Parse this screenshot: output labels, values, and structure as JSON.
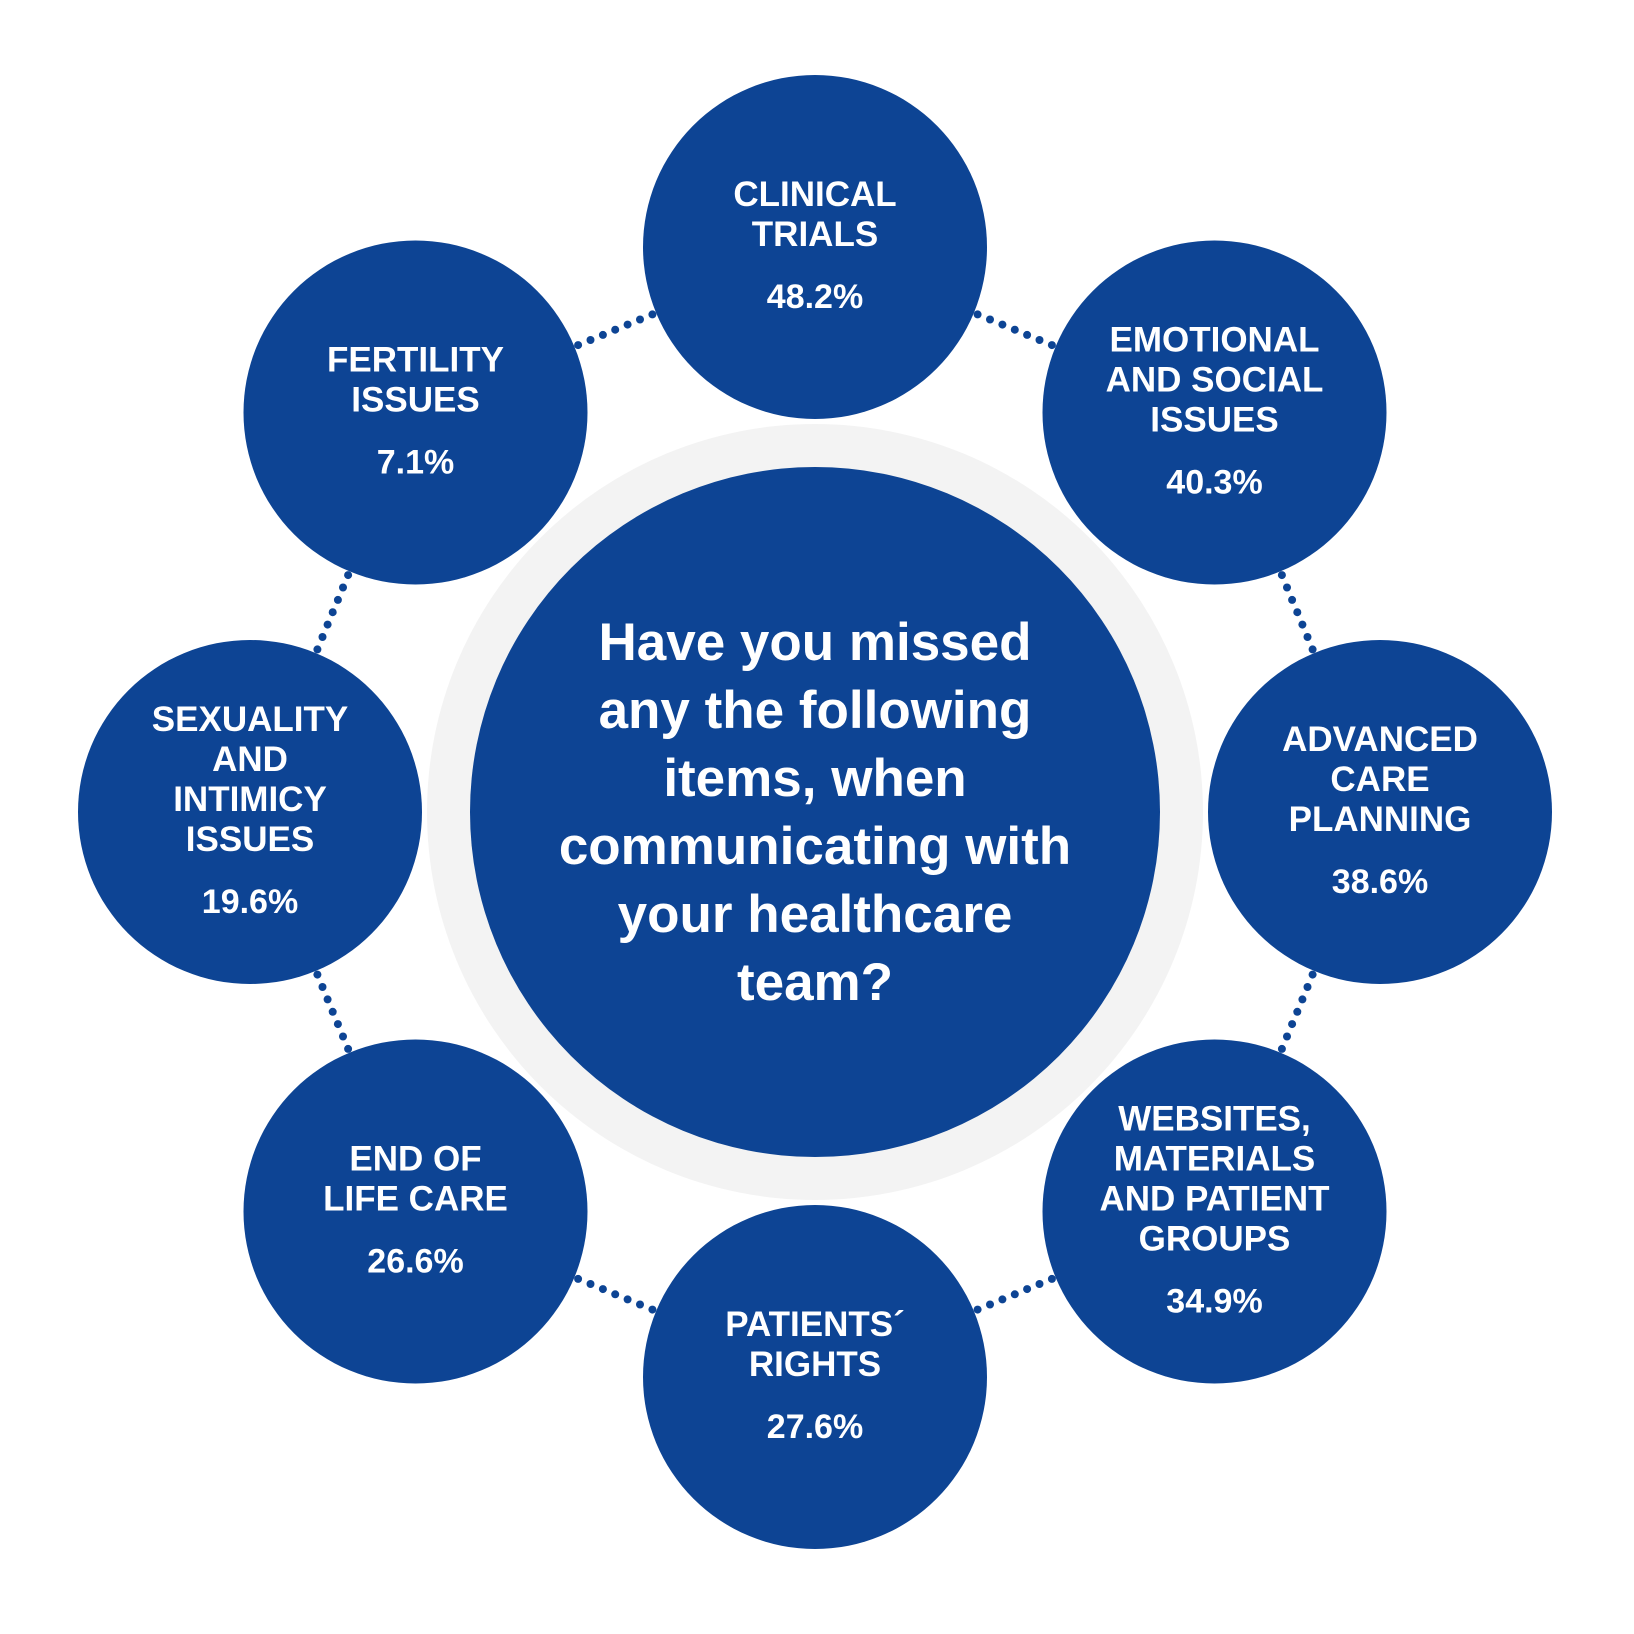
{
  "center": {
    "question_lines": [
      "Have you missed",
      "any the following",
      "items, when",
      "communicating with",
      "your healthcare",
      "team?"
    ]
  },
  "items": [
    {
      "id": "clinical-trials",
      "label_lines": [
        "CLINICAL",
        "TRIALS"
      ],
      "value": "48.2%"
    },
    {
      "id": "emotional-social",
      "label_lines": [
        "EMOTIONAL",
        "AND SOCIAL",
        "ISSUES"
      ],
      "value": "40.3%"
    },
    {
      "id": "advanced-care",
      "label_lines": [
        "ADVANCED",
        "CARE",
        "PLANNING"
      ],
      "value": "38.6%"
    },
    {
      "id": "websites-materials",
      "label_lines": [
        "WEBSITES,",
        "MATERIALS",
        "AND PATIENT",
        "GROUPS"
      ],
      "value": "34.9%"
    },
    {
      "id": "patients-rights",
      "label_lines": [
        "PATIENTS´",
        "RIGHTS"
      ],
      "value": "27.6%"
    },
    {
      "id": "end-of-life",
      "label_lines": [
        "END OF",
        "LIFE CARE"
      ],
      "value": "26.6%"
    },
    {
      "id": "sexuality-intimicy",
      "label_lines": [
        "SEXUALITY",
        "AND",
        "INTIMICY",
        "ISSUES"
      ],
      "value": "19.6%"
    },
    {
      "id": "fertility",
      "label_lines": [
        "FERTILITY",
        "ISSUES"
      ],
      "value": "7.1%"
    }
  ],
  "colors": {
    "circle": "#0d4494",
    "halo": "#f3f3f3",
    "text": "#ffffff"
  }
}
